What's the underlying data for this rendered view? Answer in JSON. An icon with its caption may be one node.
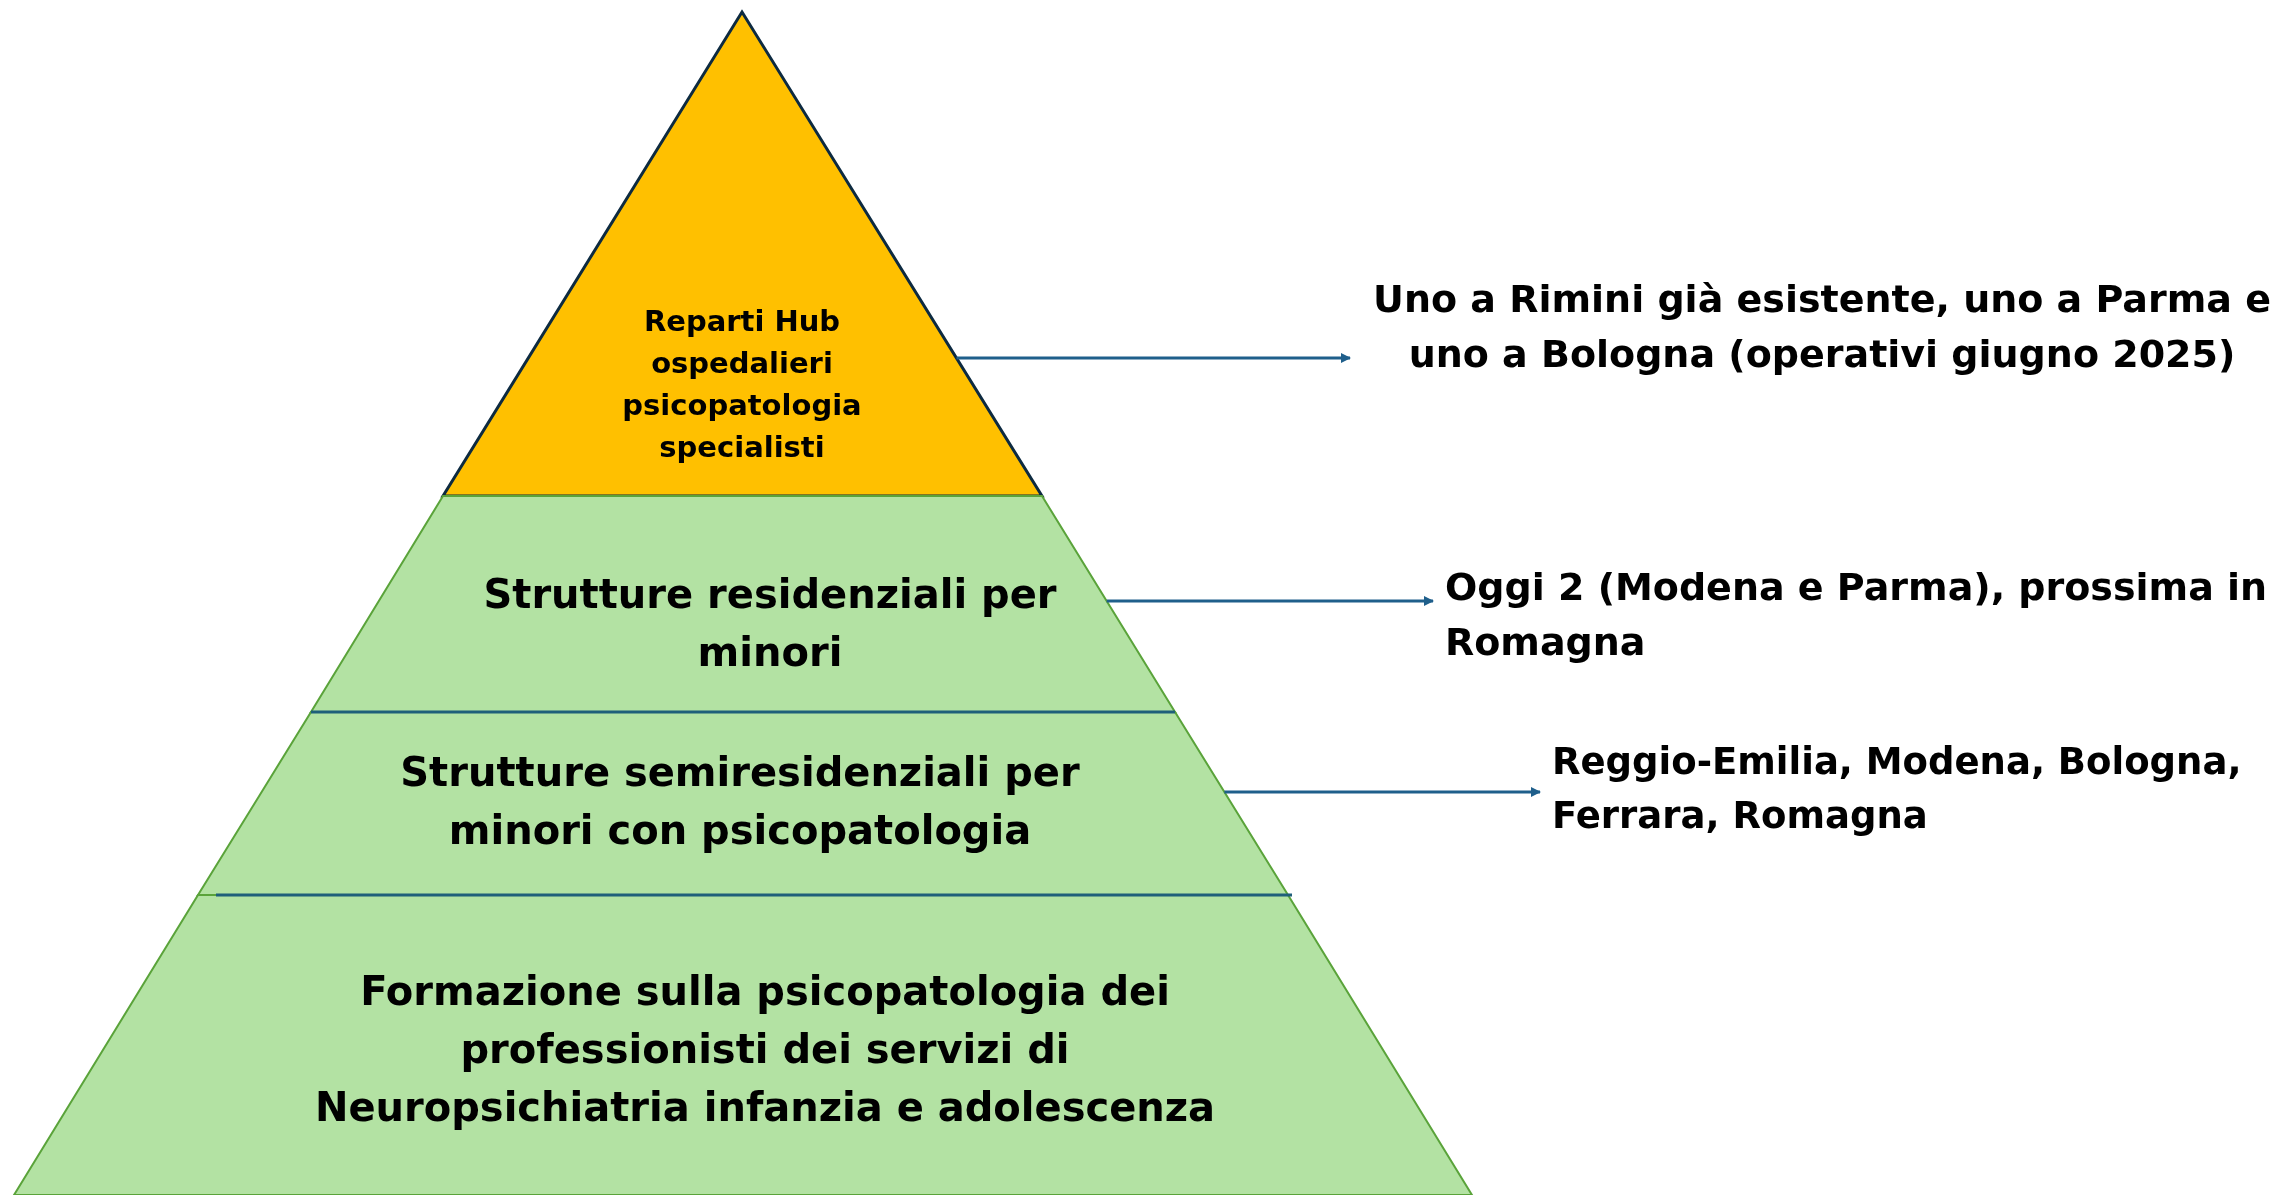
{
  "diagram": {
    "nodes": [
      {
        "text": [
          "Reparti Hub ospedalieri psicopatologia specialisti"
        ]
      },
      {
        "text": [
          "Strutture residenziali per minori"
        ]
      },
      {
        "text": [
          "Strutture semiresidenziali per minori con psicopatologia"
        ]
      },
      {
        "text": [
          "Formazione sulla psicopatologia dei professionisti dei servizi di Neuropsichiatria infanzia e adolescenza"
        ]
      },
      {
        "text": [
          "Uno a Rimini già esistente, uno a Parma e uno a Bologna (operativi giugno 2025)"
        ]
      },
      {
        "text": [
          "Oggi 2 (Modena e Parma), prossima in Romagna"
        ]
      },
      {
        "text": [
          "Reggio-Emilia, Modena, Bologna, Ferrara, Romagna"
        ]
      }
    ],
    "edges": [
      {
        "from": 0,
        "to": 4,
        "arrow": "to"
      },
      {
        "from": 1,
        "to": 5,
        "arrow": "to"
      },
      {
        "from": 2,
        "to": 6,
        "arrow": "to"
      }
    ]
  }
}
